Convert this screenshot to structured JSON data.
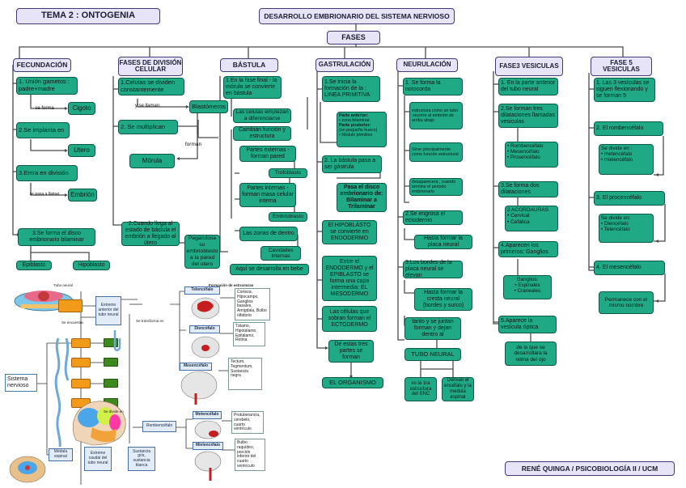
{
  "tema": "TEMA 2 : ONTOGENIA",
  "desarrollo": "DESARROLLO EMBRIONARIO DEL SISTEMA NERVIOSO",
  "fases": "FASES",
  "headers": {
    "fecundacion": "FECUNDACIÓN",
    "division": "FASES DE DIVISIÓN CELULAR",
    "bastula": "BÁSTULA",
    "gastrulacion": "GASTRULACIÓN",
    "neurulacion": "NEURULACIÓN",
    "fase3": "FASE3 VESICULAS",
    "fase5": "FASE 5 VESICULAS"
  },
  "fecundacion": {
    "b1": "1. Unión gametos : padre+madre",
    "se_forma": "se forma",
    "cigoto": "Cigoto",
    "b2": "2.Se implanta en",
    "utero": "Utero",
    "b3": "3.Entra en división",
    "se_pasa": "se pasa a llamar",
    "embrion": "Embrión",
    "b4": "3.Se forma el disco embrionario bilaminar",
    "epiblasto": "Epiblasto",
    "hipoblasto": "Hipoblasto"
  },
  "division": {
    "b1": "1.Celulas se dividen constantemente",
    "y_se_llaman": "y se llaman",
    "blastomeros": "Blastómeros",
    "b2": "2. Se multiplican",
    "forman": "forman",
    "morula": "Mórula",
    "b3": "2.Cuando llega al estado de bástula el embrión a llegado al útero",
    "pegandose": "Pegandose su embrioblasto a la pared del utero"
  },
  "bastula": {
    "b1": "1.En la fase final - la mórula se convierte en bástula",
    "b2": "Las celulas empiezan a diferenciarse",
    "b3": "Cambian función y estructura",
    "b4": "Partes externas - forman pared",
    "trofoblasto": "Trofoblasto",
    "b5": "Partes internas - forman masa celular interna",
    "embrioblasto": "Embrioblasto",
    "b6": "Las zonas de dentro",
    "cavidades": "Cavidades internas",
    "b7": "Aquí se desarrolla en bebe"
  },
  "gastrulacion": {
    "b1": "1.Se inicia la formación de la : LINEA PRIMITIVA",
    "anterior_t": "Parte anterior:",
    "anterior_1": "• zona bilaminar.",
    "posterior_t": "Parte posterior:",
    "posterior_1": "(un pequeño hueco)",
    "posterior_2": "• Nódulo primitivo",
    "b2": "2. La bástula pasa a ser gástrula",
    "b3": "Pasa el disco embrionario de: Bilaminar a Trilaminar",
    "b4": "El HIPOBLÁSTO se convierte en ENDODERMO",
    "b5": "Entre el ENDODERMO y el EPIBLASTO se forma una capa intermedia: EL MESODERMO",
    "b6": "Las células que sobran forman el ECTODERMO",
    "b7": "De estas tres partes se forman",
    "b8": "EL ORGANISMO"
  },
  "neurulacion": {
    "b1": "1. Se forma la notocorda",
    "n1": "estructura como un tubo -recorre al embrión de arriba abajo",
    "n2": "Sirve principalmente como función estructural",
    "n3": "desaparecera , cuando termine el periodo embrionario",
    "b2": "2.Se engrosa el ectodermo",
    "b3": "Hasta formar la placa neural",
    "b4": "3.Los bordes de la placa neural se elevan",
    "b5": "Hasta formar la cresta neural (bordes y surco)",
    "b6": "tanto y se juntan forman y dejan dentro al",
    "b7": "TUBO NEURAL",
    "b8": "es la 1ra estructura del SNC",
    "b9": "Derivan el encéfalo y la medula espinal"
  },
  "fase3": {
    "b1": "1. En la parte anterior del tubo neural",
    "b2": "2.Se forman tres dilataciones llamadas vesiculas",
    "list": [
      "• Rombencéfalo",
      "• Mesencéfalo",
      "• Prosencéfalo"
    ],
    "b3": "3.Se forma dos dilataciones",
    "acord": [
      "2 ACORDAURAS",
      "• Cervical",
      "• Cefálica"
    ],
    "b4": "4.Aparecen los primeros: Ganglios",
    "ganglios": [
      "Ganglios:",
      "• Espinales",
      "• Craneales"
    ],
    "b5": "5.Aparece la vesícula óptica",
    "b6": "de la que se desarrollara la retina del ojo"
  },
  "fase5": {
    "b1": "1. Las 3 vesículas se siguen flexionando y se forman 5",
    "b2": "2. El rombencéfalo",
    "b2n": [
      "Se divide en :",
      "• metencéfalo",
      "• mielencéfalo"
    ],
    "b3": "3. El procencéfalo",
    "b3n": [
      "Se divide en:",
      "• Diencéfalo",
      "• Telencéfalo"
    ],
    "b4": "4. El mesencéfalo",
    "b4n": "Permanece con el mismo nombre"
  },
  "signature": "RENÉ QUINGA / PSICOBIOLOGÍA II / UCM",
  "inset": {
    "sistema": "Sistema nervioso",
    "top_label": "Tubo neural",
    "formacion": "Formación de estructuras",
    "se_encuentra": "Se encuentra",
    "bb1": "Extremo anterior del tubo neural",
    "se_transforma": "Se transforma en",
    "telencefalo": "Telencéfalo",
    "tel_txt": "Corteza, Hipocampo, Ganglios basales, Amígdala, Bulbo olfatorio",
    "diencefalo": "Diencéfalo",
    "die_txt": "Tálamo, Hipotálamo, Epitálamo, Retina",
    "mesencefalo": "Mesencéfalo",
    "mes_txt": "Tectum, Tegmentum, Sustancia negra",
    "divide": "Se divide en",
    "rombencefalo": "Rombencéfalo",
    "metencefalo": "Metencéfalo",
    "met_txt": "Protuberancia, cerebelo, cuarto ventrículo",
    "mielencefalo": "Mielencéfalo",
    "mie_txt": "Bulbo raquídeo, porción inferior del cuarto ventrículo",
    "medula": "Médula espinal",
    "bb2": "Extremo caudal del tubo neural",
    "bb3": "Sustancia gris, sustancia blanca"
  }
}
